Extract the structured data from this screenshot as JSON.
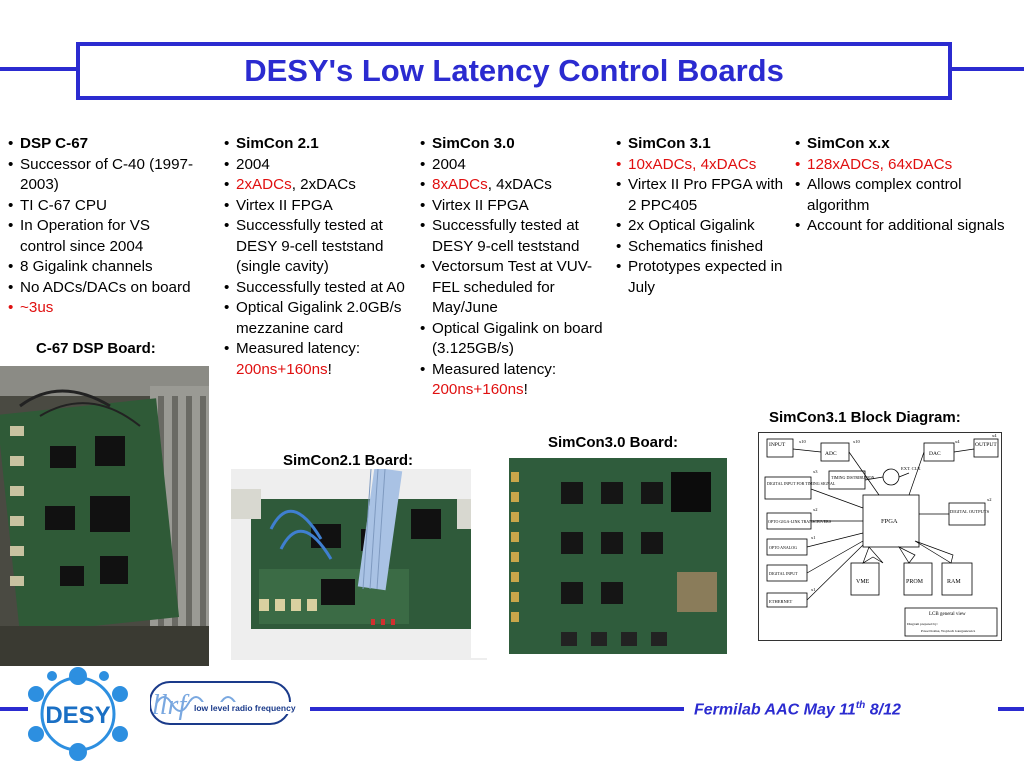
{
  "title": "DESY's Low Latency Control Boards",
  "columns": [
    {
      "items": [
        {
          "text": "DSP C-67",
          "bold": true
        },
        {
          "text": "Successor of C-40 (1997-2003)"
        },
        {
          "text": "TI C-67 CPU"
        },
        {
          "text": "In Operation for VS control since 2004"
        },
        {
          "text": "8 Gigalink channels"
        },
        {
          "text": "No ADCs/DACs on board"
        },
        {
          "text": "~3us",
          "red": true
        }
      ]
    },
    {
      "items": [
        {
          "text": "SimCon 2.1",
          "bold": true
        },
        {
          "text": "2004"
        },
        {
          "red_part": "2xADCs",
          "rest": ", 2xDACs"
        },
        {
          "text": "Virtex II FPGA"
        },
        {
          "text": "Successfully tested at DESY 9-cell teststand (single cavity)"
        },
        {
          "text": "Successfully tested at A0"
        },
        {
          "text": "Optical Gigalink 2.0GB/s mezzanine card"
        },
        {
          "text": "Measured latency:",
          "red_line": "200ns+160ns",
          "after": "!"
        }
      ]
    },
    {
      "items": [
        {
          "text": "SimCon 3.0",
          "bold": true
        },
        {
          "text": "2004"
        },
        {
          "red_part": "8xADCs",
          "rest": ", 4xDACs"
        },
        {
          "text": "Virtex II FPGA"
        },
        {
          "text": "Successfully tested at DESY 9-cell teststand"
        },
        {
          "text": "Vectorsum Test at VUV-FEL scheduled for May/June"
        },
        {
          "text": "Optical Gigalink on board (3.125GB/s)"
        },
        {
          "text": "Measured latency:",
          "red_line": "200ns+160ns",
          "after": "!"
        }
      ]
    },
    {
      "items": [
        {
          "text": "SimCon 3.1",
          "bold": true
        },
        {
          "red_part": "10xADCs",
          "rest": ", 4xDACs"
        },
        {
          "text": "Virtex II Pro FPGA with 2 PPC405"
        },
        {
          "text": "2x Optical Gigalink"
        },
        {
          "text": "Schematics finished"
        },
        {
          "text": "Prototypes expected in July"
        }
      ]
    },
    {
      "items": [
        {
          "text": "SimCon x.x",
          "bold": true
        },
        {
          "red_part": "128xADCs",
          "rest": ", 64xDACs"
        },
        {
          "text": "Allows complex control algorithm"
        },
        {
          "text": "Account for additional signals"
        }
      ]
    }
  ],
  "captions": {
    "c67": "C-67 DSP Board:",
    "simcon21": "SimCon2.1 Board:",
    "simcon30": "SimCon3.0 Board:",
    "simcon31": "SimCon3.1 Block Diagram:"
  },
  "diagram": {
    "input": "INPUT",
    "output": "OUTPUT",
    "adc": "ADC",
    "dac": "DAC",
    "timing_distr": "TIMING DISTRIBUTION",
    "ext_clk": "EXT. CLK",
    "digital_input_timing": "DIGITAL INPUT FOR TIMING SIGNAL",
    "opto_gigalink": "OPTO GIGA-LINK TRANSCEIVERS",
    "opto_analog": "OPTO ANALOG",
    "digital_input": "DIGITAL INPUT",
    "ethernet": "ETHERNET",
    "fpga": "FPGA",
    "digital_outputs": "DIGITAL OUTPUTS",
    "vme": "VME",
    "prom": "PROM",
    "ram": "RAM",
    "x10a": "x10",
    "x10b": "x10",
    "x4a": "x4",
    "x4b": "x4",
    "x3": "x3",
    "x2a": "x2",
    "x2b": "x2",
    "x1a": "x1",
    "x1b": "x1",
    "lcb": "LCB general view",
    "prepared_label": "Diagram prepared by:",
    "prepared_names": "Pawel Kalisz, Wojciech Giergusiewicz"
  },
  "logos": {
    "desy": "DESY",
    "llrf_letters": "llrf",
    "llrf_text": "low level radio frequency"
  },
  "footer": {
    "text": "Fermilab AAC May 11",
    "sup": "th",
    "page": " 8/12"
  },
  "colors": {
    "accent": "#2b2bd0",
    "red": "#e01010",
    "desy_blue": "#1a6fc4"
  }
}
